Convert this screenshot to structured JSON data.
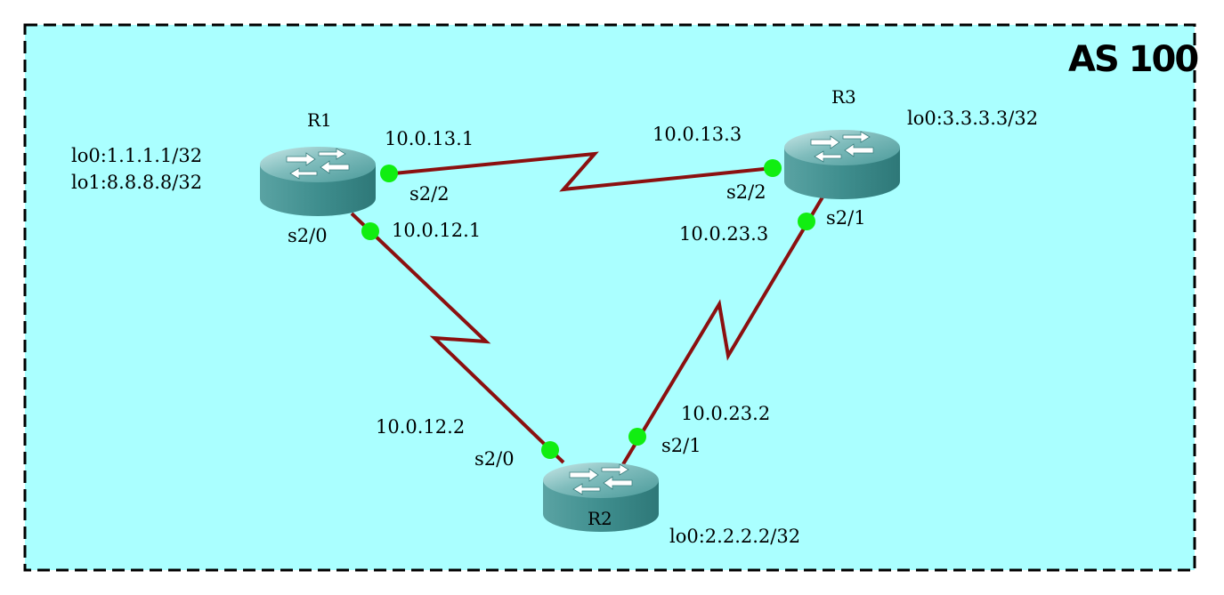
{
  "as_label": "AS 100",
  "colors": {
    "background": "#aaffff",
    "border": "#000000",
    "link": "#8b1010",
    "interface_dot": "#11ee11",
    "router_body": "#2f8a8a"
  },
  "routers": {
    "r1": {
      "name": "R1",
      "icon": "router-icon",
      "loopbacks": [
        "lo0:1.1.1.1/32",
        "lo1:8.8.8.8/32"
      ]
    },
    "r2": {
      "name": "R2",
      "icon": "router-icon",
      "loopbacks": [
        "lo0:2.2.2.2/32"
      ]
    },
    "r3": {
      "name": "R3",
      "icon": "router-icon",
      "loopbacks": [
        "lo0:3.3.3.3/32"
      ]
    }
  },
  "links": {
    "r1_r3": {
      "a_if": "s2/2",
      "a_ip": "10.0.13.1",
      "b_if": "s2/2",
      "b_ip": "10.0.13.3"
    },
    "r1_r2": {
      "a_if": "s2/0",
      "a_ip": "10.0.12.1",
      "b_if": "s2/0",
      "b_ip": "10.0.12.2"
    },
    "r3_r2": {
      "a_if": "s2/1",
      "a_ip": "10.0.23.3",
      "b_if": "s2/1",
      "b_ip": "10.0.23.2"
    }
  }
}
